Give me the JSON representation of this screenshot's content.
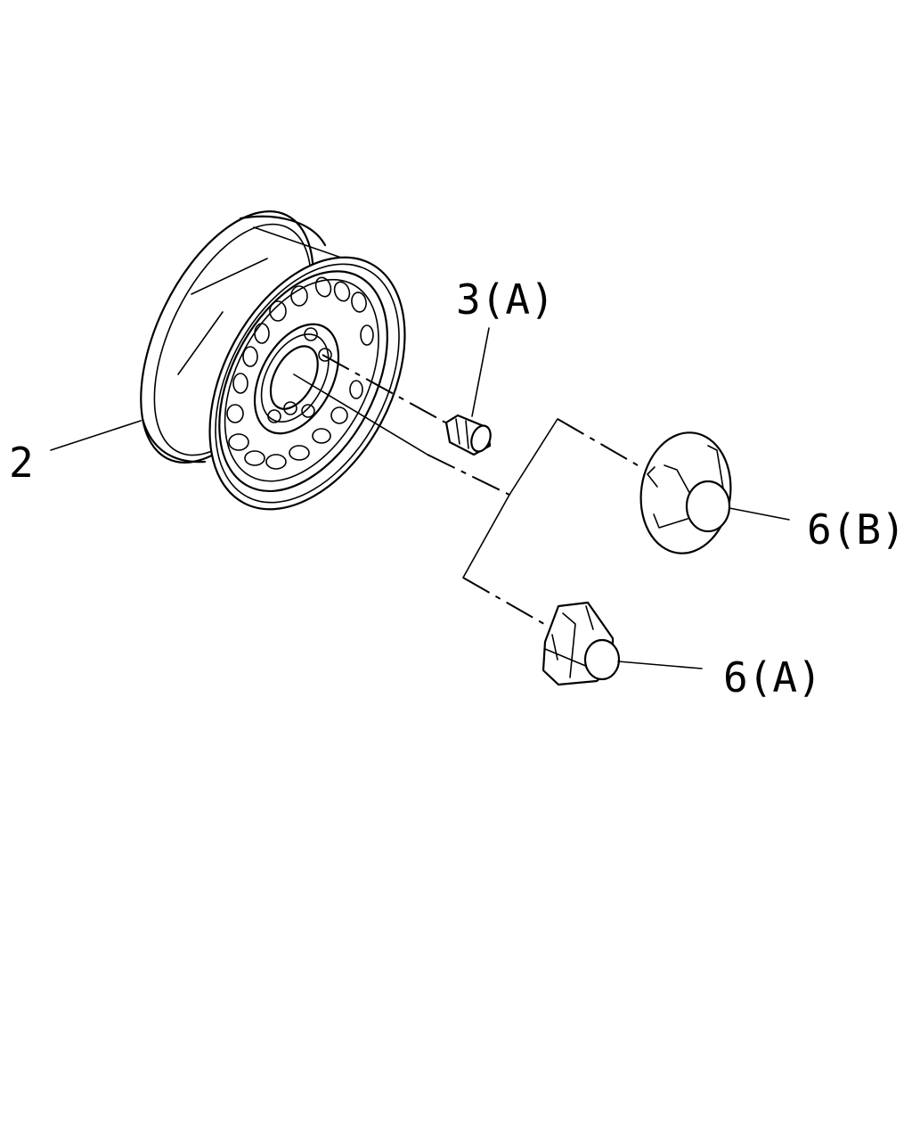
{
  "callouts": {
    "wheel": "2",
    "lug_nut": "3(A)",
    "cap_b": "6(B)",
    "cap_a": "6(A)"
  }
}
